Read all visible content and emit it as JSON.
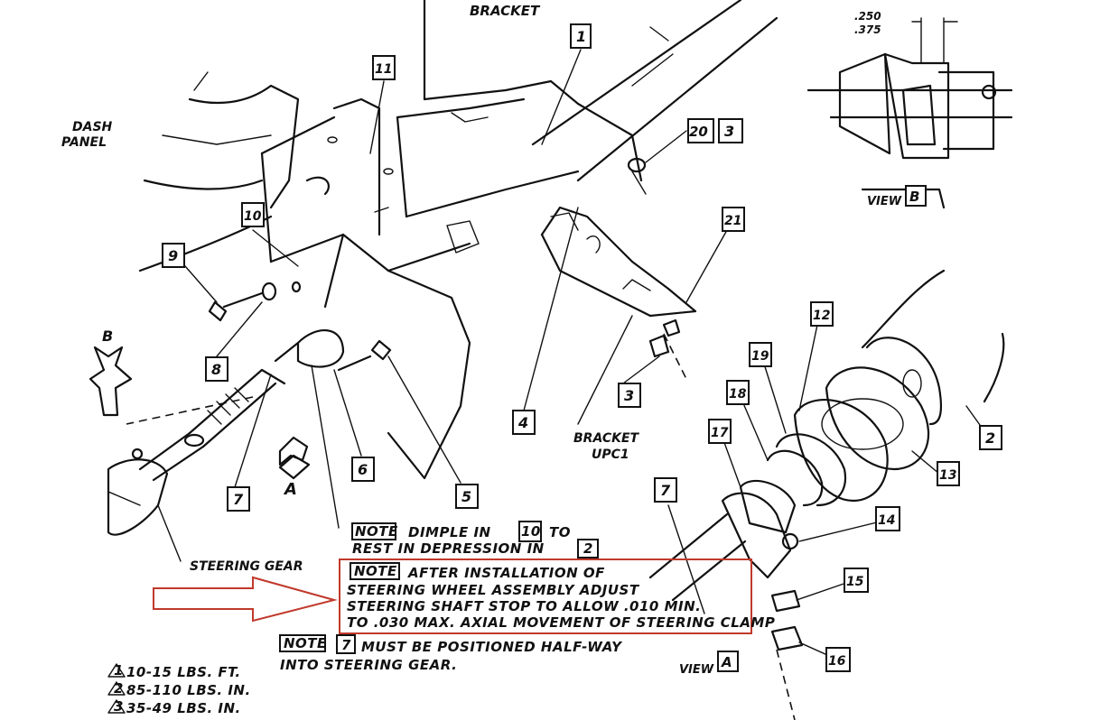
{
  "labels": {
    "bracket": "BRACKET",
    "dash_panel_1": "DASH",
    "dash_panel_2": "PANEL",
    "bracket_upc_1": "BRACKET",
    "bracket_upc_2": "UPC1",
    "steering_gear": "STEERING GEAR",
    "view_b_letter": "B",
    "view_a_letter": "A",
    "view_word": "VIEW",
    "dim_top": ".250",
    "dim_bottom": ".375"
  },
  "callouts": {
    "c1": "1",
    "c2": "2",
    "c2b": "2",
    "c3": "3",
    "c3b": "3",
    "c4": "4",
    "c5": "5",
    "c6": "6",
    "c7": "7",
    "c7b": "7",
    "c8": "8",
    "c9": "9",
    "c10": "10",
    "c11": "11",
    "c12": "12",
    "c13": "13",
    "c14": "14",
    "c15": "15",
    "c16": "16",
    "c17": "17",
    "c18": "18",
    "c19": "19",
    "c20": "20",
    "c21": "21"
  },
  "notes": {
    "note_label": "NOTE",
    "note1_a": "DIMPLE IN",
    "note1_ref1": "10",
    "note1_b": "TO",
    "note1_c": "REST IN DEPRESSION IN",
    "note1_ref2": "2",
    "note2_line1": "AFTER INSTALLATION OF",
    "note2_line2": "STEERING WHEEL ASSEMBLY ADJUST",
    "note2_line3": "STEERING SHAFT STOP TO ALLOW .010 MIN.",
    "note2_line4": "TO .030 MAX. AXIAL MOVEMENT OF STEERING CLAMP",
    "note3_ref": "7",
    "note3_line1": "MUST BE POSITIONED HALF-WAY",
    "note3_line2": "INTO STEERING GEAR."
  },
  "torque_specs": [
    {
      "symbol": "1",
      "text": "10-15 LBS. FT."
    },
    {
      "symbol": "2",
      "text": "85-110 LBS. IN."
    },
    {
      "symbol": "3",
      "text": "35-49 LBS. IN."
    }
  ],
  "colors": {
    "ink": "#111111",
    "highlight": "#c0392b",
    "background": "#ffffff"
  }
}
